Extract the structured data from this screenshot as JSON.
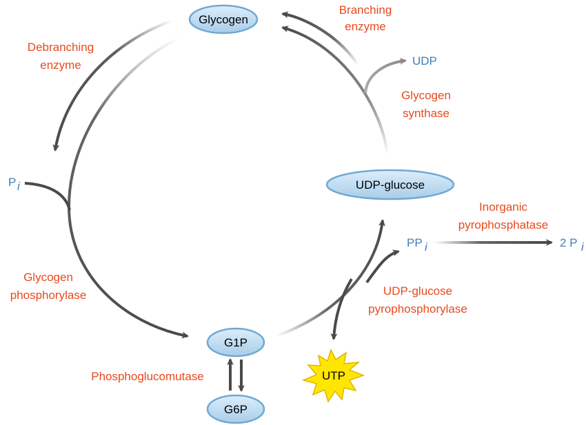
{
  "nodes": {
    "glycogen": "Glycogen",
    "udp_glucose": "UDP-glucose",
    "g1p": "G1P",
    "g6p": "G6P",
    "utp": "UTP"
  },
  "enzymes": {
    "branching_1": "Branching",
    "branching_2": "enzyme",
    "debranching_1": "Debranching",
    "debranching_2": "enzyme",
    "glycogen_synthase_1": "Glycogen",
    "glycogen_synthase_2": "synthase",
    "glycogen_phosphorylase_1": "Glycogen",
    "glycogen_phosphorylase_2": "phosphorylase",
    "inorganic_pyrophosphatase_1": "Inorganic",
    "inorganic_pyrophosphatase_2": "pyrophosphatase",
    "udp_glucose_pyrophosphorylase_1": "UDP-glucose",
    "udp_glucose_pyrophosphorylase_2": "pyrophosphorylase",
    "phosphoglucomutase": "Phosphoglucomutase"
  },
  "metabolites": {
    "udp": "UDP",
    "pi_main": "P",
    "pi_sub": "i",
    "ppi_main": "PP",
    "ppi_sub": "i",
    "two_pi_main": "2 P",
    "two_pi_sub": "i"
  },
  "colors": {
    "enzyme_text": "#e8491d",
    "metabolite_text": "#3f7fb8",
    "arrow": "#4a4a4a",
    "node_fill": "#bcdaf1",
    "node_stroke": "#6ea9d4",
    "utp_fill": "#ffe600",
    "utp_stroke": "#e0b400"
  }
}
